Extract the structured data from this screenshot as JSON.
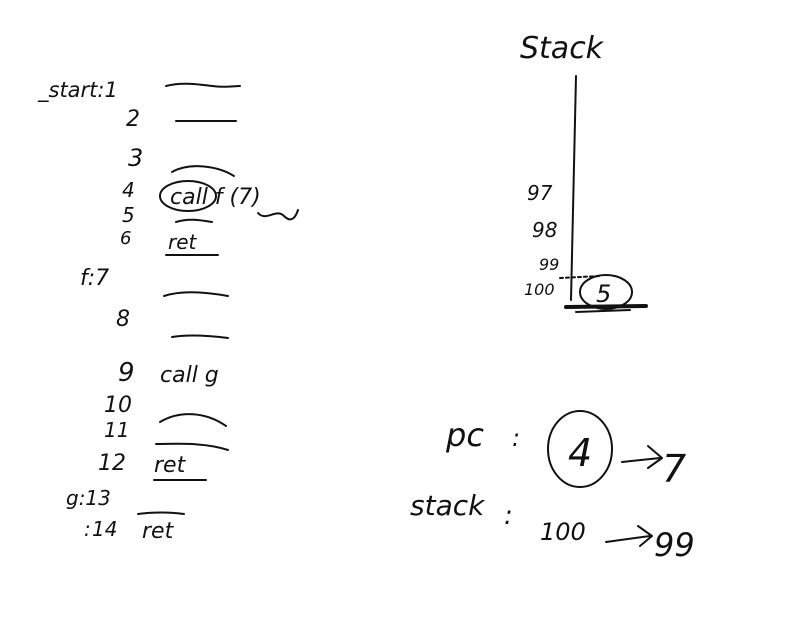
{
  "stack_panel": {
    "title": "Stack",
    "addresses": [
      "97",
      "98",
      "99",
      "100"
    ],
    "top_value": "5"
  },
  "listing": {
    "labels": [
      "_start:1",
      "f:7",
      "g:13"
    ],
    "lines": [
      {
        "num": "2",
        "text": ""
      },
      {
        "num": "3",
        "text": ""
      },
      {
        "num": "4",
        "text": "call f (7)"
      },
      {
        "num": "5",
        "text": ""
      },
      {
        "num": "6",
        "text": "ret"
      },
      {
        "num": "8",
        "text": ""
      },
      {
        "num": "9",
        "text": "call g"
      },
      {
        "num": "10",
        "text": ""
      },
      {
        "num": "11",
        "text": ""
      },
      {
        "num": "12",
        "text": "ret"
      },
      {
        "num": "14",
        "text": "ret"
      }
    ]
  },
  "registers": {
    "pc_label": "pc",
    "pc_old": "4",
    "pc_new": "7",
    "stack_label": "stack",
    "stack_old": "100",
    "stack_new": "99"
  },
  "colors": {
    "ink": "#111111",
    "background": "#ffffff"
  }
}
